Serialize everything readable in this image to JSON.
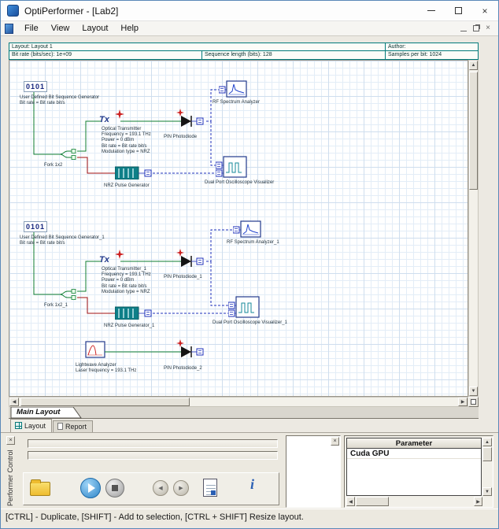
{
  "window": {
    "title": "OptiPerformer - [Lab2]"
  },
  "menu": {
    "items": [
      "File",
      "View",
      "Layout",
      "Help"
    ]
  },
  "info_bar": {
    "layout": "Layout: Layout 1",
    "author": "Author:",
    "bit_rate": "Bit rate (bits/sec):   1e+09",
    "sequence_length": "Sequence length (bits):   128",
    "samples_per_bit": "Samples per bit:   1024"
  },
  "canvas": {
    "components": [
      {
        "name": "user-defined-bit-sequence-generator",
        "lines": [
          "User Defined Bit Sequence Generator",
          "Bit rate = Bit rate  bit/s"
        ]
      },
      {
        "name": "fork-1x2",
        "lines": [
          "Fork 1x2"
        ]
      },
      {
        "name": "optical-transmitter",
        "lines": [
          "Optical Transmitter",
          "Frequency = 193.1  THz",
          "Power = 0  dBm",
          "Bit rate = Bit rate  bit/s",
          "Modulation type = NRZ"
        ]
      },
      {
        "name": "pin-photodiode",
        "lines": [
          "PIN Photodiode"
        ]
      },
      {
        "name": "nrz-pulse-generator",
        "lines": [
          "NRZ Pulse Generator"
        ]
      },
      {
        "name": "rf-spectrum-analyzer",
        "lines": [
          "RF Spectrum Analyzer"
        ]
      },
      {
        "name": "dual-port-oscilloscope-visualizer",
        "lines": [
          "Dual Port Oscilloscope Visualizer"
        ]
      },
      {
        "name": "user-defined-bit-sequence-generator-1",
        "lines": [
          "User Defined Bit Sequence Generator_1",
          "Bit rate = Bit rate  bit/s"
        ]
      },
      {
        "name": "fork-1x2-1",
        "lines": [
          "Fork 1x2_1"
        ]
      },
      {
        "name": "optical-transmitter-1",
        "lines": [
          "Optical Transmitter_1",
          "Frequency = 193.1  THz",
          "Power = 0  dBm",
          "Bit rate = Bit rate  bit/s",
          "Modulation type = NRZ"
        ]
      },
      {
        "name": "pin-photodiode-1",
        "lines": [
          "PIN Photodiode_1"
        ]
      },
      {
        "name": "nrz-pulse-generator-1",
        "lines": [
          "NRZ Pulse Generator_1"
        ]
      },
      {
        "name": "rf-spectrum-analyzer-1",
        "lines": [
          "RF Spectrum Analyzer_1"
        ]
      },
      {
        "name": "dual-port-oscilloscope-visualizer-1",
        "lines": [
          "Dual Port Oscilloscope Visualizer_1"
        ]
      },
      {
        "name": "lightwave-analyzer",
        "lines": [
          "Lightwave Analyzer",
          "Laser frequency = 193.1  THz"
        ]
      },
      {
        "name": "pin-photodiode-2",
        "lines": [
          "PIN Photodiode_2"
        ]
      }
    ]
  },
  "sheet_tab": "Main Layout",
  "panel_tabs": {
    "layout": "Layout",
    "report": "Report"
  },
  "dock": {
    "side_label": "Performer Control",
    "param_header": "Parameter",
    "param_row": "Cuda GPU"
  },
  "status": "[CTRL] - Duplicate, [SHIFT] - Add to selection, [CTRL + SHIFT] Resize layout.",
  "glyphs": {
    "binary": "0101",
    "tx": "Tx",
    "up": "▲",
    "down": "▼",
    "left": "◀",
    "right": "▶",
    "close": "×",
    "info": "i"
  },
  "colors": {
    "teal_border": "#007a7a",
    "wire_green": "#0f7d32",
    "wire_red": "#a01010",
    "wire_blue": "#2233bb",
    "grid": "#e3edf7"
  }
}
